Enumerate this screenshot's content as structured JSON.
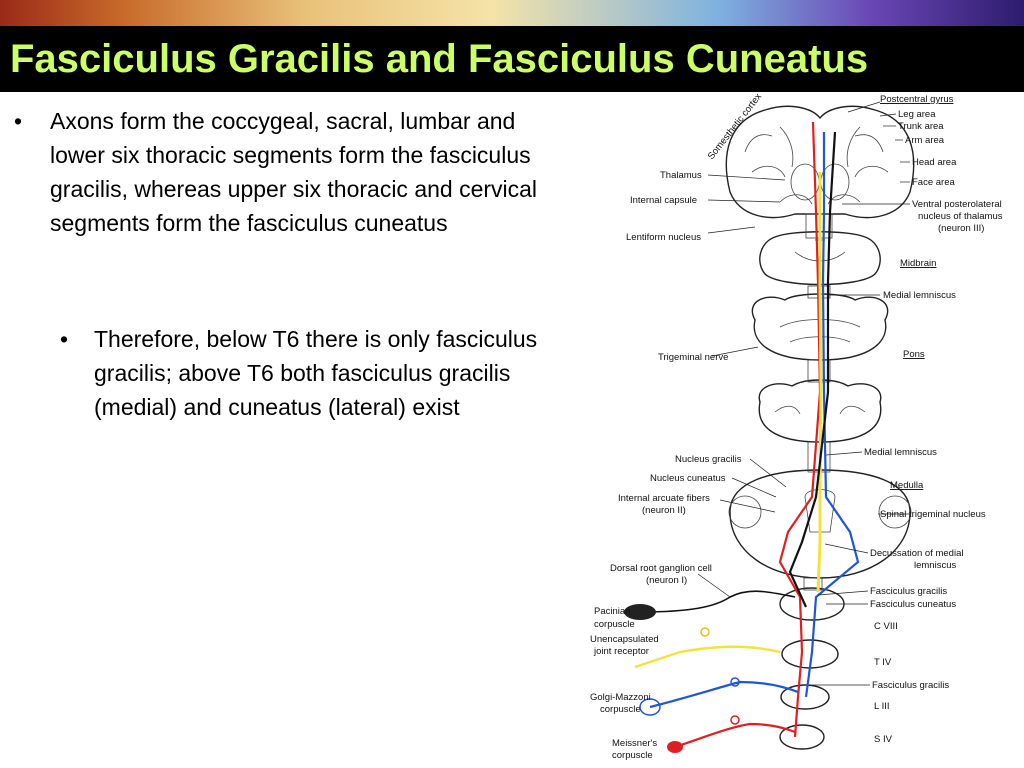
{
  "slide": {
    "title": "Fasciculus Gracilis and Fasciculus Cuneatus",
    "bullets": [
      {
        "text": "Axons form the coccygeal, sacral, lumbar and lower six thoracic segments form the fasciculus gracilis, whereas upper six thoracic and cervical segments form the fasciculus cuneatus"
      },
      {
        "text": "Therefore, below T6 there is only fasciculus gracilis; above T6 both fasciculus gracilis (medial) and cuneatus (lateral) exist"
      }
    ],
    "bullet_glyph": "•"
  },
  "diagram": {
    "labels_left": {
      "somesthetic_cortex": "Somesthetic cortex",
      "thalamus": "Thalamus",
      "internal_capsule": "Internal capsule",
      "lentiform_nucleus": "Lentiform nucleus",
      "trigeminal_nerve": "Trigeminal nerve",
      "nucleus_gracilis": "Nucleus gracilis",
      "nucleus_cuneatus": "Nucleus cuneatus",
      "internal_arcuate_1": "Internal arcuate fibers",
      "internal_arcuate_2": "(neuron II)",
      "dorsal_root_1": "Dorsal root ganglion cell",
      "dorsal_root_2": "(neuron I)",
      "pacinian_1": "Pacinian",
      "pacinian_2": "corpuscle",
      "unencap_1": "Unencapsulated",
      "unencap_2": "joint receptor",
      "golgi_1": "Golgi-Mazzoni",
      "golgi_2": "corpuscle",
      "meissner_1": "Meissner's",
      "meissner_2": "corpuscle"
    },
    "labels_right": {
      "postcentral_gyrus": "Postcentral gyrus",
      "leg_area": "Leg area",
      "trunk_area": "Trunk area",
      "arm_area": "Arm area",
      "head_area": "Head area",
      "face_area": "Face area",
      "vpl_1": "Ventral posterolateral",
      "vpl_2": "nucleus of thalamus",
      "vpl_3": "(neuron III)",
      "midbrain": "Midbrain",
      "medial_lemniscus_1": "Medial lemniscus",
      "pons": "Pons",
      "medial_lemniscus_2": "Medial lemniscus",
      "medulla": "Medulla",
      "spinal_trigeminal": "Spinal trigeminal nucleus",
      "decussation_1": "Decussation of medial",
      "decussation_2": "lemniscus",
      "fasciculus_gracilis_1": "Fasciculus gracilis",
      "fasciculus_cuneatus": "Fasciculus cuneatus",
      "c8": "C VIII",
      "t4": "T IV",
      "fasciculus_gracilis_2": "Fasciculus gracilis",
      "l3": "L III",
      "s4": "S IV"
    },
    "colors": {
      "pathway_red": "#e02020",
      "pathway_blue": "#1f56d6",
      "pathway_yellow": "#f2e23a",
      "pathway_black": "#111111"
    }
  }
}
